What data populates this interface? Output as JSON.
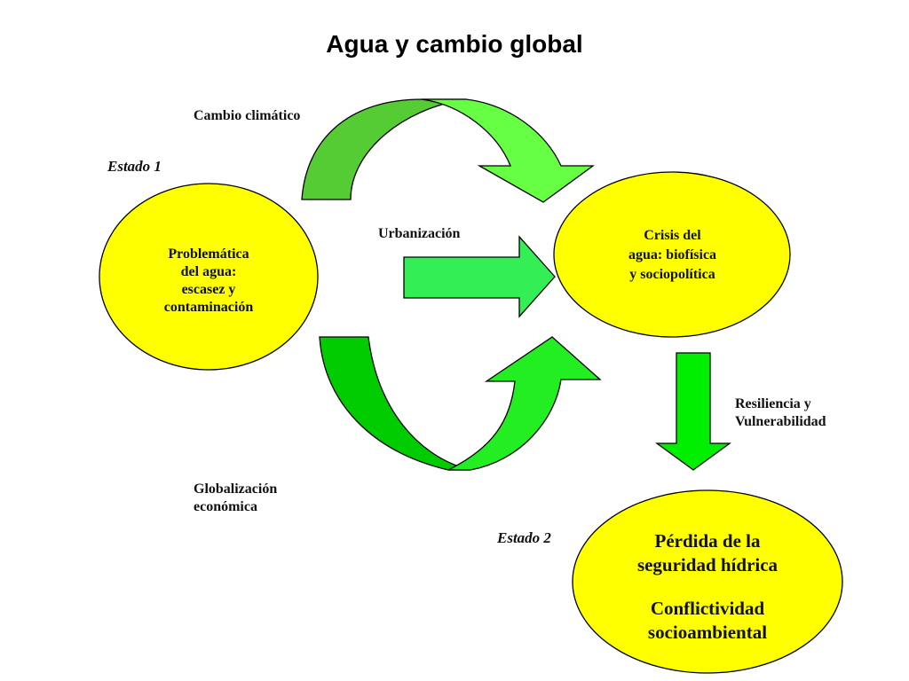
{
  "title": "Agua y cambio global",
  "states": {
    "state1": "Estado 1",
    "state2": "Estado 2"
  },
  "labels": {
    "climate": "Cambio climático",
    "urbanization": "Urbanización",
    "globalization_line1": "Globalización",
    "globalization_line2": "económica",
    "resilience_line1": "Resiliencia y",
    "resilience_line2": "Vulnerabilidad"
  },
  "nodes": {
    "problem": [
      "Problemática",
      "del agua:",
      "escasez y",
      "contaminación"
    ],
    "crisis": [
      "Crisis del",
      "agua: biofísica",
      "y sociopolítica"
    ],
    "loss": [
      "Pérdida de la",
      "seguridad hídrica",
      "",
      "Conflictividad",
      "socioambiental"
    ]
  },
  "colors": {
    "node_fill": "#ffff00",
    "arc_top_dark": "#55cc33",
    "arc_top_light": "#66ff44",
    "arc_bottom_dark": "#00cc00",
    "arc_bottom_light": "#22ee22",
    "straight_arrow": "#33ee55"
  }
}
